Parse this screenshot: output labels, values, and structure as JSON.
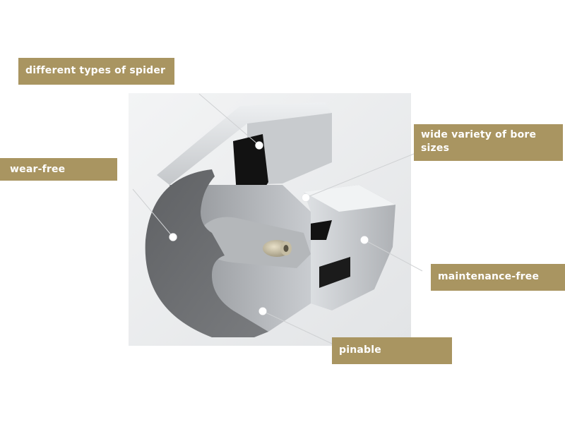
{
  "labels": {
    "spider": "different types of spider",
    "bore": "wide variety of bore sizes",
    "wear": "wear-free",
    "maintenance": "maintenance-free",
    "pinable": "pinable"
  },
  "colors": {
    "label_bg": "#a99561",
    "label_text": "#ffffff",
    "metal_dark": "#6d6f72",
    "metal_light": "#d9dcdf",
    "spider": "#111111"
  }
}
